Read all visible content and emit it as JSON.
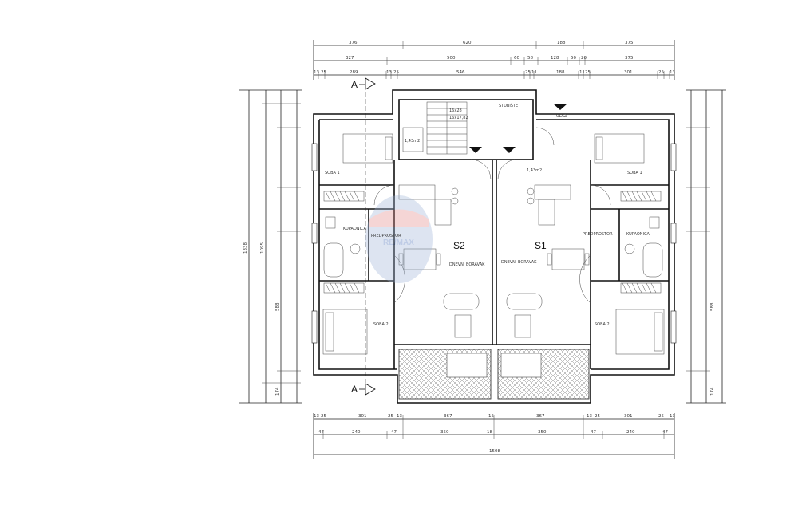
{
  "dimensions": {
    "top_row1": [
      "376",
      "620",
      "188",
      "375"
    ],
    "top_row2": [
      "327",
      "500",
      "60",
      "58",
      "128",
      "50",
      "20",
      "375"
    ],
    "top_row3": [
      "13",
      "25",
      "289",
      "13",
      "25",
      "546",
      "25",
      "11",
      "188",
      "11",
      "25",
      "301",
      "25",
      "13"
    ],
    "bottom_row1": [
      "13",
      "25",
      "301",
      "25",
      "13",
      "367",
      "15",
      "367",
      "13",
      "25",
      "301",
      "25",
      "13"
    ],
    "bottom_row2": [
      "47",
      "240",
      "47",
      "350",
      "18",
      "350",
      "47",
      "240",
      "47"
    ],
    "bottom_total": "1508",
    "left_outer": "1338",
    "left_mid": "1095",
    "left_seg_a": "588",
    "left_seg_b": "174",
    "right_seg_a": "588",
    "right_seg_b": "174"
  },
  "section_markers": [
    "A",
    "A"
  ],
  "units": [
    "S2",
    "S1"
  ],
  "stair_labels": [
    "16x28",
    "16x17,82"
  ],
  "watermark": "RE/MAX",
  "room_labels": {
    "stubiste": "STUBIŠTE",
    "soba1_left": "SOBA 1",
    "soba1_right": "SOBA 1",
    "soba2_left": "SOBA 2",
    "soba2_right": "SOBA 2",
    "kupaonica_left": "KUPAONICA",
    "kupaonica_right": "KUPAONICA",
    "predprostor_left": "PREDPROSTOR",
    "predprostor_right": "PREDPROSTOR",
    "dnevni_left": "DNEVNI BORAVAK",
    "dnevni_right": "DNEVNI BORAVAK",
    "ulaz": "ULAZ",
    "area_a": "1,43m2",
    "area_b": "1,43m2"
  }
}
